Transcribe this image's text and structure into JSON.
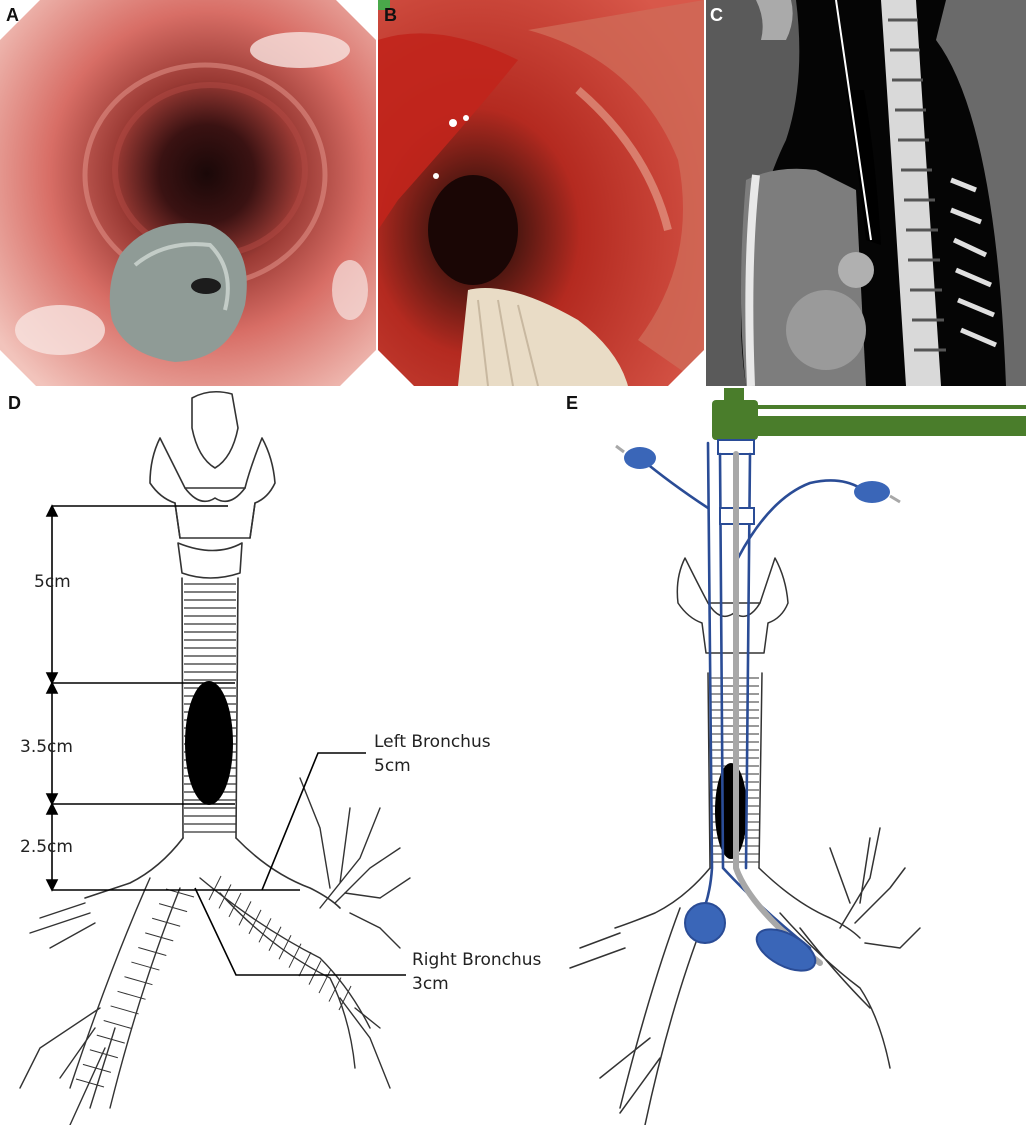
{
  "panels": {
    "a": {
      "label": "A"
    },
    "b": {
      "label": "B"
    },
    "c": {
      "label": "C"
    },
    "d": {
      "label": "D"
    },
    "e": {
      "label": "E"
    }
  },
  "measurements": {
    "upper": "5cm",
    "tumor": "3.5cm",
    "lower": "2.5cm"
  },
  "bronchi": {
    "left_name": "Left Bronchus",
    "left_length": "5cm",
    "right_name": "Right Bronchus",
    "right_length": "3cm"
  },
  "colors": {
    "tumor": "#000000",
    "ecmo_connector": "#4a7d2b",
    "tube_line": "#2a4c96",
    "balloon": "#3a66b8",
    "catheter": "#a8a8a8",
    "mucosa": "#c8484a",
    "ct_background": "#050505"
  }
}
